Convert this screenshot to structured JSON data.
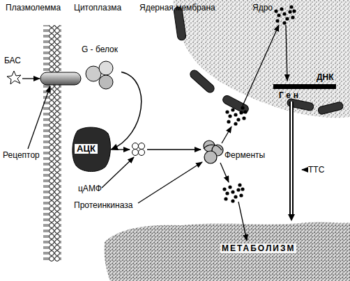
{
  "diagram": {
    "nodes": [
      {
        "text": [
          "G - белок"
        ]
      },
      {
        "text": [
          "АЦК"
        ]
      },
      {
        "text": [
          "ДНК",
          "Ген"
        ]
      },
      {
        "text": [
          "МЕТАБОЛИЗМ"
        ]
      }
    ],
    "edges": [
      {
        "from": 0,
        "to": 1,
        "arrow": "to"
      },
      {
        "from": 2,
        "to": 3,
        "arrow": "to"
      }
    ],
    "labels": [
      "Плазмолемма",
      "Цитоплазма",
      "Ядерная мембрана",
      "Ядро",
      "БАС",
      "Рецептор",
      "цАМФ",
      "Протеинкиназа",
      "Ферменты",
      "ТТС"
    ]
  }
}
